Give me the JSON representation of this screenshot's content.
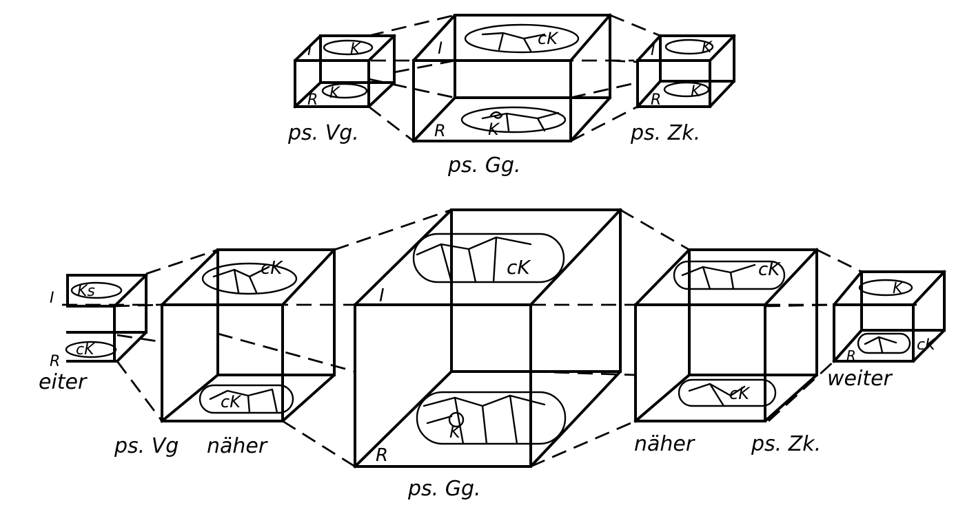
{
  "top_row": {
    "captions": {
      "left": "ps. Vg.",
      "center": "ps. Gg.",
      "right": "ps. Zk."
    },
    "center_box": {
      "upper_face": "I",
      "lower_face": "R",
      "upper_text": "cK",
      "lower_text": "K"
    },
    "left_box": {
      "upper_face": "I",
      "lower_face": "R",
      "upper_text": "K",
      "lower_text": "K"
    },
    "right_box": {
      "upper_face": "I",
      "lower_face": "R",
      "upper_text": "K",
      "lower_text": "K"
    }
  },
  "bottom_row": {
    "captions": {
      "far_left": "eiter",
      "left_outer": "ps. Vg",
      "left_inner": "näher",
      "center": "ps. Gg.",
      "right_inner": "näher",
      "right_outer": "ps. Zk.",
      "far_right": "weiter"
    },
    "center_box": {
      "upper_face": "I",
      "lower_face": "R",
      "upper_text": "cK",
      "lower_text": "K"
    },
    "near_left_box": {
      "upper_text": "cK",
      "lower_text": "cK"
    },
    "near_right_box": {
      "upper_text": "cK",
      "lower_text": "cK"
    },
    "far_left_box": {
      "upper_face": "I",
      "lower_face": "R",
      "upper_text": "Ks",
      "lower_text": "cK"
    },
    "far_right_box": {
      "upper_text": "K",
      "lower_text": "cK",
      "lower_face": "R"
    }
  }
}
